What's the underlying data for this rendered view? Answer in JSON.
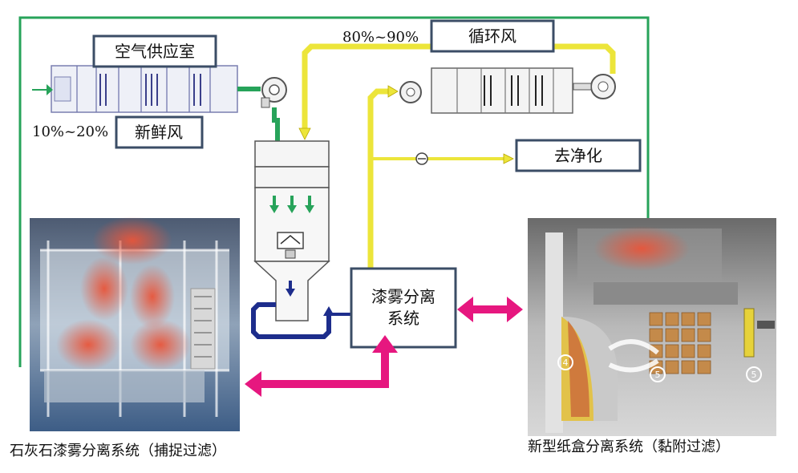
{
  "labels": {
    "air_supply_room": "空气供应室",
    "fresh_air": "新鲜风",
    "fresh_air_pct": "10%~20%",
    "recirculated_air": "循环风",
    "recirculated_air_pct": "80%~90%",
    "to_purification": "去净化",
    "separation_system_line1": "漆雾分离",
    "separation_system_line2": "系统"
  },
  "captions": {
    "left": "石灰石漆雾分离系统（捕捉过滤）",
    "right": "新型纸盒分离系统（黏附过滤）"
  },
  "colors": {
    "green_duct": "#27a35a",
    "yellow_duct": "#ece53a",
    "magenta_arrow": "#e6177f",
    "navy_loop": "#1d2d8c",
    "box_border": "#3b4d66"
  },
  "panel_badges": [
    "4",
    "5",
    "5"
  ]
}
